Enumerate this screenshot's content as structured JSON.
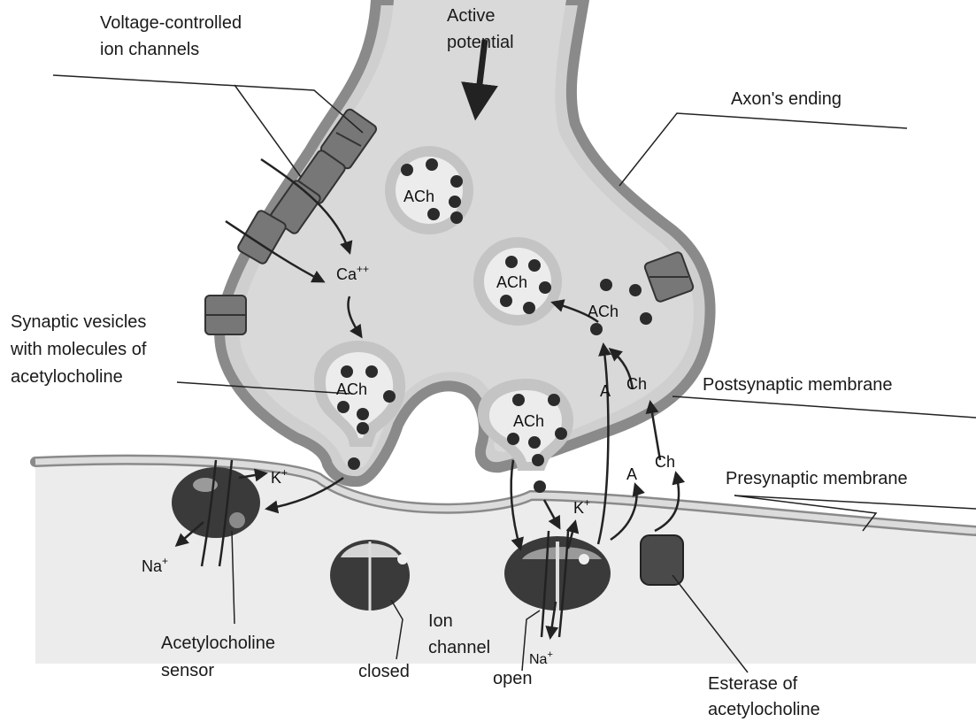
{
  "labels": {
    "voltage_channels_1": "Voltage-controlled",
    "voltage_channels_2": "ion channels",
    "active_potential_1": "Active",
    "active_potential_2": "potential",
    "axon_ending": "Axon's ending",
    "synaptic_vesicles_1": "Synaptic vesicles",
    "synaptic_vesicles_2": "with molecules of",
    "synaptic_vesicles_3": "acetylocholine",
    "postsynaptic_membrane": "Postsynaptic membrane",
    "presynaptic_membrane": "Presynaptic membrane",
    "ach_sensor_1": "Acetylocholine",
    "ach_sensor_2": "sensor",
    "closed": "closed",
    "ion_channel_1": "Ion",
    "ion_channel_2": "channel",
    "open": "open",
    "esterase_1": "Esterase of",
    "esterase_2": "acetylocholine"
  },
  "molecules": {
    "ach": "ACh",
    "ca": "Ca",
    "ca_sup": "++",
    "k": "K",
    "na": "Na",
    "plus": "+",
    "a": "A",
    "ch": "Ch"
  }
}
